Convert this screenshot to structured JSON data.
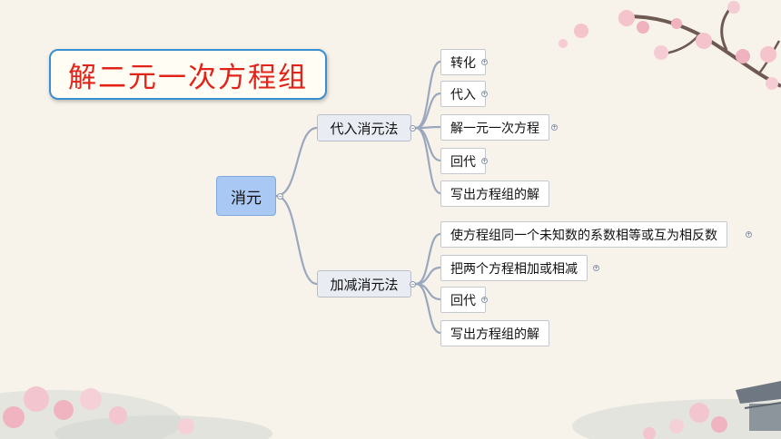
{
  "title": "解二元一次方程组",
  "mindmap": {
    "root": {
      "label": "消元",
      "branches": [
        {
          "label": "代入消元法",
          "children": [
            "转化",
            "代入",
            "解一元一次方程",
            "回代",
            "写出方程组的解"
          ]
        },
        {
          "label": "加减消元法",
          "children": [
            "使方程组同一个未知数的系数相等或互为相反数",
            "把两个方程相加或相减",
            "回代",
            "写出方程组的解"
          ]
        }
      ]
    }
  },
  "colors": {
    "title_text": "#e2231a",
    "title_border": "#3a8fd0",
    "root_fill": "#a9c8f3",
    "branch_fill": "#e9edf3",
    "link": "#9aa7bd"
  }
}
